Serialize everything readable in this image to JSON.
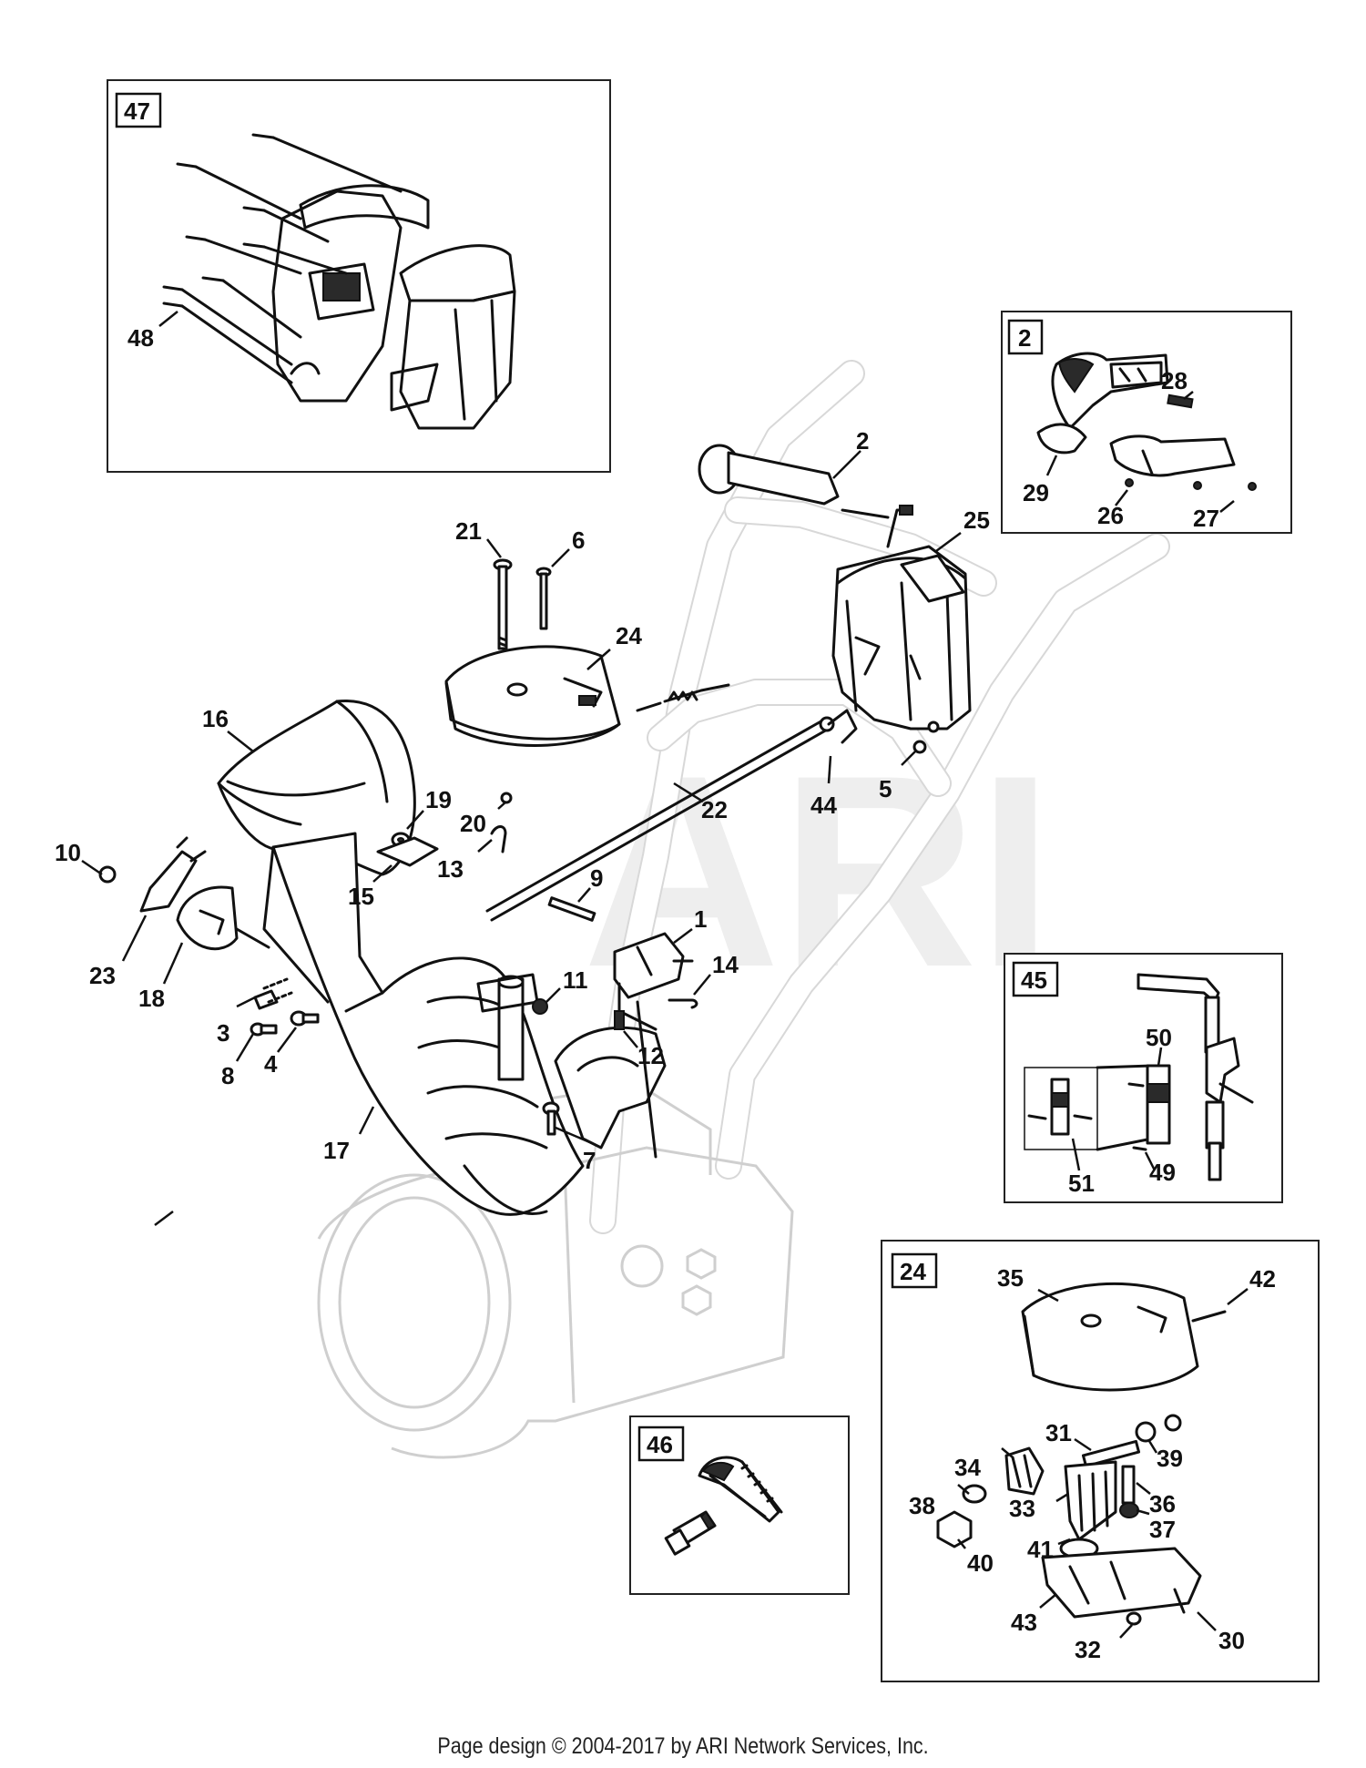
{
  "callouts": [
    {
      "id": "c2",
      "text": "2"
    },
    {
      "id": "c25",
      "text": "25"
    },
    {
      "id": "c21",
      "text": "21"
    },
    {
      "id": "c6",
      "text": "6"
    },
    {
      "id": "c24",
      "text": "24"
    },
    {
      "id": "c16",
      "text": "16"
    },
    {
      "id": "c5",
      "text": "5"
    },
    {
      "id": "c44",
      "text": "44"
    },
    {
      "id": "c22",
      "text": "22"
    },
    {
      "id": "c19",
      "text": "19"
    },
    {
      "id": "c20",
      "text": "20"
    },
    {
      "id": "c10",
      "text": "10"
    },
    {
      "id": "c15",
      "text": "15"
    },
    {
      "id": "c13",
      "text": "13"
    },
    {
      "id": "c9",
      "text": "9"
    },
    {
      "id": "c1",
      "text": "1"
    },
    {
      "id": "c23",
      "text": "23"
    },
    {
      "id": "c18",
      "text": "18"
    },
    {
      "id": "c14",
      "text": "14"
    },
    {
      "id": "c11",
      "text": "11"
    },
    {
      "id": "c3",
      "text": "3"
    },
    {
      "id": "c12",
      "text": "12"
    },
    {
      "id": "c8",
      "text": "8"
    },
    {
      "id": "c4",
      "text": "4"
    },
    {
      "id": "c17",
      "text": "17"
    },
    {
      "id": "c7",
      "text": "7"
    },
    {
      "id": "c48",
      "text": "48"
    }
  ],
  "detail_boxes": [
    {
      "id": "box47",
      "tag": "47"
    },
    {
      "id": "box2",
      "tag": "2",
      "callouts": [
        "28",
        "29",
        "26",
        "27"
      ]
    },
    {
      "id": "box45",
      "tag": "45",
      "callouts": [
        "50",
        "51",
        "49"
      ]
    },
    {
      "id": "box24",
      "tag": "24",
      "callouts": [
        "35",
        "42",
        "31",
        "39",
        "34",
        "38",
        "36",
        "33",
        "37",
        "41",
        "40",
        "43",
        "30",
        "32"
      ]
    },
    {
      "id": "box46",
      "tag": "46"
    }
  ],
  "watermark": "ARI",
  "footer": "Page design © 2004-2017 by ARI Network Services, Inc."
}
